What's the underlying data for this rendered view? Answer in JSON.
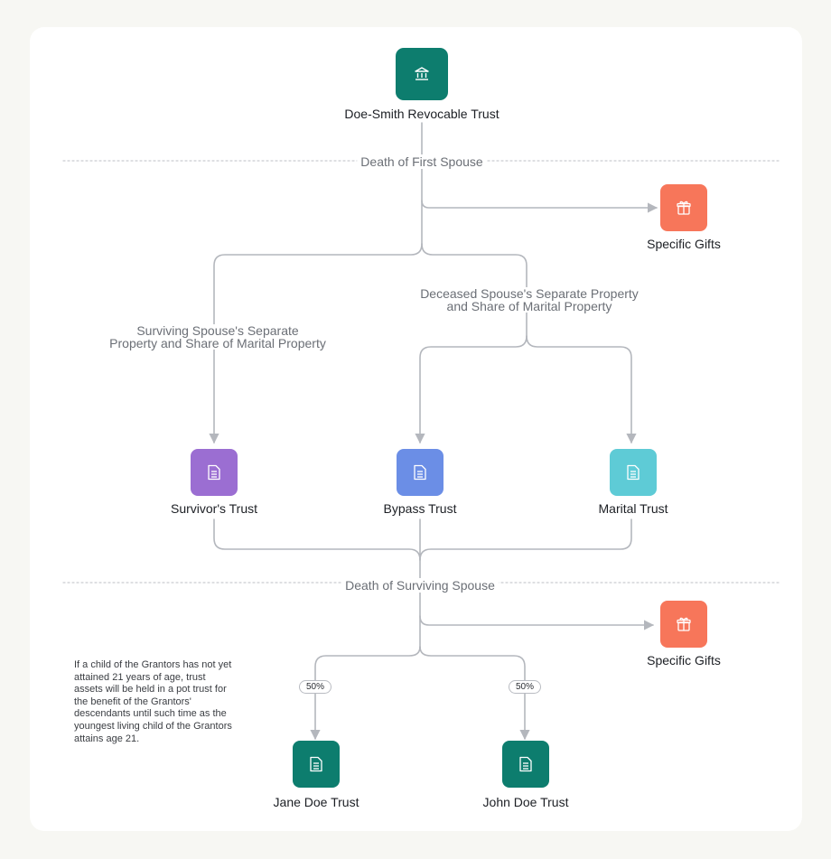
{
  "colors": {
    "teal": "#0d7d6e",
    "coral": "#f7765a",
    "purple": "#9b6ed2",
    "blue": "#6b8ee6",
    "cyan": "#5ecbd6",
    "connector": "#b4b7bd"
  },
  "nodes": {
    "root": {
      "label": "Doe-Smith Revocable Trust",
      "icon": "bank-icon"
    },
    "gifts_1": {
      "label": "Specific Gifts",
      "icon": "gift-icon"
    },
    "survivors_trust": {
      "label": "Survivor's Trust",
      "icon": "document-icon"
    },
    "bypass_trust": {
      "label": "Bypass Trust",
      "icon": "document-icon"
    },
    "marital_trust": {
      "label": "Marital Trust",
      "icon": "document-icon"
    },
    "gifts_2": {
      "label": "Specific Gifts",
      "icon": "gift-icon"
    },
    "jane_trust": {
      "label": "Jane Doe Trust",
      "icon": "document-icon"
    },
    "john_trust": {
      "label": "John Doe Trust",
      "icon": "document-icon"
    }
  },
  "stages": {
    "first_death": "Death of First Spouse",
    "second_death": "Death of Surviving Spouse"
  },
  "flows": {
    "surviving_line1": "Surviving Spouse's Separate",
    "surviving_line2": "Property and Share of Marital Property",
    "deceased_line1": "Deceased Spouse's Separate Property",
    "deceased_line2": "and Share of Marital Property"
  },
  "splits": {
    "jane_pct": "50%",
    "john_pct": "50%"
  },
  "note": "If a child of the Grantors has not yet attained 21 years of age, trust assets will be held in a pot trust for the benefit of the Grantors' descendants until such time as the youngest living child of the Grantors attains age 21."
}
